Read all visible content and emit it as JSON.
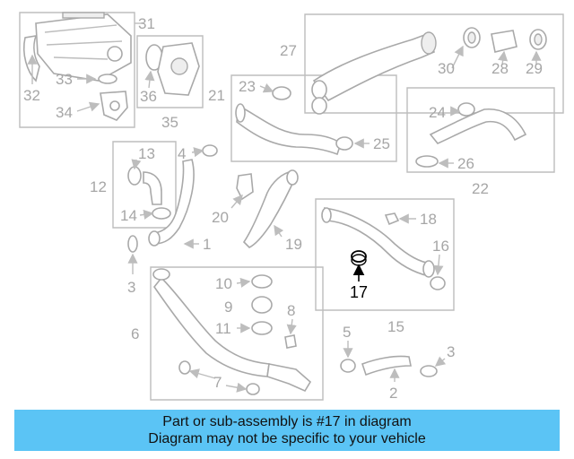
{
  "diagram": {
    "highlighted_callout": "17",
    "callouts": [
      "31",
      "32",
      "33",
      "34",
      "35",
      "36",
      "21",
      "23",
      "25",
      "27",
      "30",
      "28",
      "29",
      "22",
      "24",
      "26",
      "4",
      "13",
      "12",
      "14",
      "20",
      "19",
      "18",
      "16",
      "15",
      "1",
      "3",
      "10",
      "9",
      "11",
      "8",
      "6",
      "7",
      "5",
      "2"
    ]
  },
  "banner": {
    "line1": "Part or sub-assembly is #17 in diagram",
    "line2": "Diagram may not be specific to your vehicle"
  },
  "colors": {
    "banner_bg": "#5bc4f5",
    "line_art": "#a9a9a9",
    "highlight": "#000000"
  }
}
